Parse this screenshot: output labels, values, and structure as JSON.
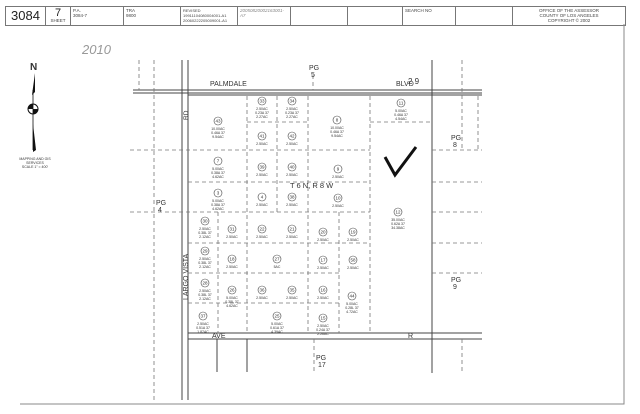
{
  "header": {
    "map_book": "3084",
    "page": "7",
    "sheet_label": "SHEET",
    "pa_label": "P.A.",
    "pa_value": "3084-7",
    "tra_label": "TRA",
    "tra_value": "9800",
    "revised_label": "REVISED",
    "revised_1": "19911104080004001-A1",
    "revised_2": "20060222205009001-A1",
    "revised_3": "20050820002163001-A7",
    "search_label": "SEARCH NO",
    "office_1": "OFFICE OF THE ASSESSOR",
    "office_2": "COUNTY OF LOS ANGELES",
    "office_3": "COPYRIGHT © 2002"
  },
  "annotation_year": "2010",
  "north_arrow": {
    "letter": "N",
    "caption_1": "MAPPING AND GIS",
    "caption_2": "SERVICES",
    "caption_3": "SCALE 1\" = 400'"
  },
  "streets": {
    "palmdale": "PALMDALE",
    "blvd": "BLVD",
    "ave": "AVE",
    "r": "R",
    "rd": "RD",
    "largo_vista": "LARGO VISTA",
    "blvd_num": "2 9"
  },
  "township": "T 6 N, R 8 W",
  "page_refs": [
    {
      "label": "PG",
      "num": "5"
    },
    {
      "label": "PG",
      "num": "4"
    },
    {
      "label": "PG",
      "num": "8"
    },
    {
      "label": "PG",
      "num": "9"
    },
    {
      "label": "PG",
      "num": "17"
    }
  ],
  "parcels": [
    {
      "id": "33",
      "area": [
        "2.50AC",
        "0.23A 37",
        "2.27AC"
      ]
    },
    {
      "id": "34",
      "area": [
        "2.50AC",
        "0.23A 37",
        "2.27AC"
      ]
    },
    {
      "id": "8",
      "area": [
        "10.00AC",
        "0.46A 37",
        "9.54AC"
      ]
    },
    {
      "id": "11",
      "area": [
        "5.00AC",
        "0.46A 37",
        "4.54AC"
      ]
    },
    {
      "id": "43",
      "area": [
        "10.00AC",
        "0.46A 37",
        "9.54AC"
      ]
    },
    {
      "id": "41",
      "area": [
        "2.50AC"
      ]
    },
    {
      "id": "42",
      "area": [
        "2.50AC"
      ]
    },
    {
      "id": "7",
      "area": [
        "5.00AC",
        "0.38A 37",
        "4.62AC"
      ]
    },
    {
      "id": "39",
      "area": [
        "2.50AC"
      ]
    },
    {
      "id": "40",
      "area": [
        "2.50AC"
      ]
    },
    {
      "id": "9",
      "area": [
        "2.50AC"
      ]
    },
    {
      "id": "3",
      "area": [
        "5.00AC",
        "0.38A 37",
        "4.62AC"
      ]
    },
    {
      "id": "4",
      "area": [
        "2.50AC"
      ]
    },
    {
      "id": "38",
      "area": [
        "2.50AC"
      ]
    },
    {
      "id": "10",
      "area": [
        "2.50AC"
      ]
    },
    {
      "id": "12",
      "area": [
        "35.00AC",
        "0.62A 37",
        "34.38AC"
      ]
    },
    {
      "id": "30",
      "area": [
        "2.50AC",
        "0.38L 37",
        "2.12AC"
      ]
    },
    {
      "id": "31",
      "area": [
        "2.50AC"
      ]
    },
    {
      "id": "22",
      "area": [
        "2.50AC"
      ]
    },
    {
      "id": "21",
      "area": [
        "2.50AC"
      ]
    },
    {
      "id": "20",
      "area": [
        "2.50AC"
      ]
    },
    {
      "id": "19",
      "area": [
        "2.50AC"
      ]
    },
    {
      "id": "29",
      "area": [
        "2.50AC",
        "0.38L 37",
        "2.12AC"
      ]
    },
    {
      "id": "18",
      "area": [
        "2.50AC"
      ]
    },
    {
      "id": "27",
      "area": [
        "5AC"
      ]
    },
    {
      "id": "17",
      "area": [
        "2.50AC"
      ]
    },
    {
      "id": "58",
      "area": [
        "2.50AC"
      ]
    },
    {
      "id": "28",
      "area": [
        "2.50AC",
        "0.38L 37",
        "2.12AC"
      ]
    },
    {
      "id": "26",
      "area": [
        "5.00AC",
        "0.38L 37",
        "4.62AC"
      ]
    },
    {
      "id": "36",
      "area": [
        "2.50AC"
      ]
    },
    {
      "id": "35",
      "area": [
        "2.50AC"
      ]
    },
    {
      "id": "16",
      "area": [
        "2.50AC"
      ]
    },
    {
      "id": "44",
      "area": [
        "5.00AC",
        "0.28L 37",
        "4.72AC"
      ]
    },
    {
      "id": "37",
      "area": [
        "2.50AC",
        "0.51A 37",
        "1.87AC"
      ]
    },
    {
      "id": "25",
      "area": [
        "5.00AC",
        "0.61A 37",
        "4.39AC"
      ]
    },
    {
      "id": "15",
      "area": [
        "2.50AC",
        "0.24A 37",
        "2.26AC"
      ]
    }
  ],
  "colors": {
    "line": "#444444",
    "dashed": "#777777",
    "paper": "#ffffff"
  }
}
